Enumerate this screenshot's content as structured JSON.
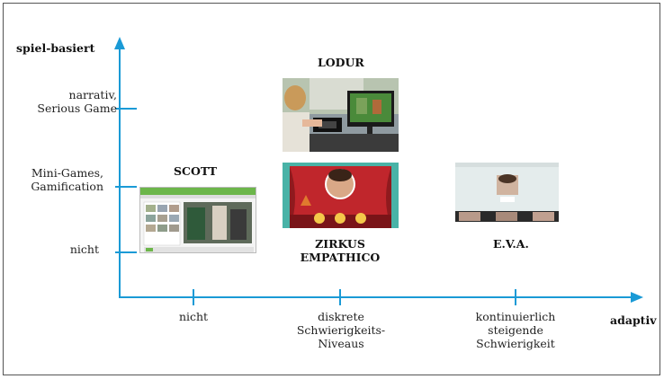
{
  "y_axis": {
    "title": "spiel-basiert",
    "ticks": [
      {
        "label": "narrativ,\nSerious Game"
      },
      {
        "label": "Mini-Games,\nGamification"
      },
      {
        "label": "nicht"
      }
    ]
  },
  "x_axis": {
    "title": "adaptiv",
    "ticks": [
      {
        "label": "nicht"
      },
      {
        "label": "diskrete\nSchwierigkeits-\nNiveaus"
      },
      {
        "label": "kontinuierlich\nsteigende\nSchwierigkeit"
      }
    ]
  },
  "items": [
    {
      "name": "LODUR"
    },
    {
      "name": "SCOTT"
    },
    {
      "name": "ZIRKUS\nEMPATHICO"
    },
    {
      "name": "E.V.A."
    }
  ],
  "colors": {
    "axis": "#1a9ad6",
    "text": "#222222",
    "zirkus_red": "#c0262c",
    "zirkus_teal": "#49b3a7",
    "scott_green": "#6cb64a"
  }
}
